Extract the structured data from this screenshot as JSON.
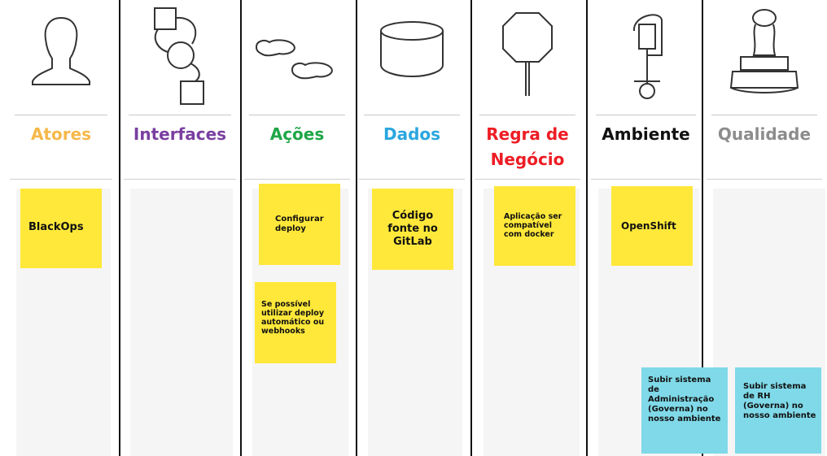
{
  "colors": {
    "atores": "#f6b84a",
    "interfaces": "#7a3fa0",
    "acoes": "#1ea646",
    "dados": "#2aa6de",
    "regra": "#ee1c24",
    "ambiente": "#111111",
    "qualidade": "#8c8c8c",
    "sticky_yellow": "#ffe83a",
    "sticky_cyan": "#7fd9e8"
  },
  "columns": [
    {
      "title": "Atores",
      "icon": "person-icon"
    },
    {
      "title": "Interfaces",
      "icon": "flow-diagram-icon"
    },
    {
      "title": "Ações",
      "icon": "footprints-icon"
    },
    {
      "title": "Dados",
      "icon": "database-icon"
    },
    {
      "title": "Regra de Negócio",
      "icon": "stop-sign-icon"
    },
    {
      "title": "Ambiente",
      "icon": "clamp-icon"
    },
    {
      "title": "Qualidade",
      "icon": "stamp-icon"
    }
  ],
  "notes": {
    "blackops": "BlackOps",
    "configurar_deploy": "Configurar deploy",
    "deploy_automatico": "Se possível utilizar deploy automático ou webhooks",
    "codigo_gitlab": "Código fonte no GitLab",
    "docker": "Aplicação ser compatível com docker",
    "openshift": "OpenShift",
    "admin_governa": "Subir sistema de Administração (Governa) no nosso ambiente",
    "rh_governa": "Subir sistema de RH (Governa) no nosso ambiente"
  }
}
